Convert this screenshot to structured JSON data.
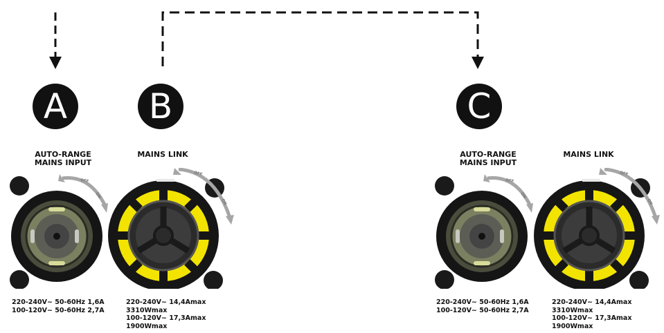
{
  "badges": {
    "a": "A",
    "b": "B",
    "c": "C"
  },
  "unit1": {
    "input_title_line1": "AUTO-RANGE",
    "input_title_line2": "MAINS INPUT",
    "link_title": "MAINS LINK",
    "input_spec": [
      "220-240V~ 50-60Hz 1,6A",
      "100-120V~ 50-60Hz 2,7A"
    ],
    "link_spec": [
      "220-240V~ 14,4Amax",
      "3310Wmax",
      "100-120V~ 17,3Amax",
      "1900Wmax"
    ]
  },
  "unit2": {
    "input_title_line1": "AUTO-RANGE",
    "input_title_line2": "MAINS INPUT",
    "link_title": "MAINS LINK",
    "input_spec": [
      "220-240V~ 50-60Hz 1,6A",
      "100-120V~ 50-60Hz 2,7A"
    ],
    "link_spec": [
      "220-240V~ 14,4Amax",
      "3310Wmax",
      "100-120V~ 17,3Amax",
      "1900Wmax"
    ]
  },
  "rotation": {
    "off": "OFF",
    "on": "ON"
  },
  "colors": {
    "link_yellow": "#f2e400",
    "dark": "#111111",
    "arrow_grey": "#a6a6a6"
  }
}
